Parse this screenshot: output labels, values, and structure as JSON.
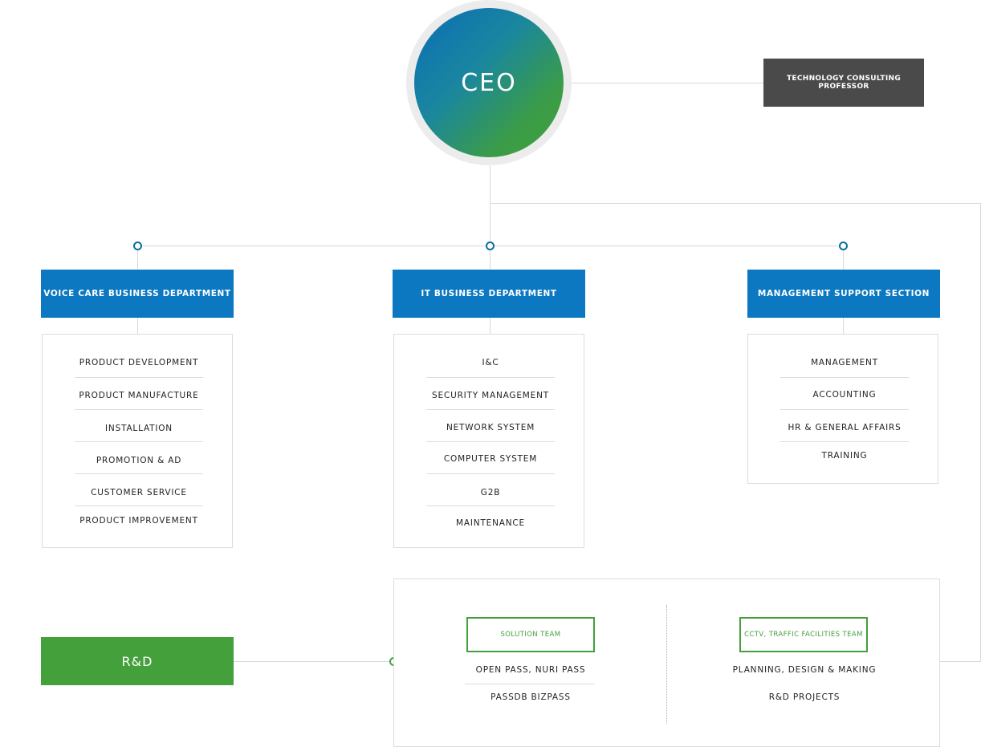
{
  "ceo": {
    "label": "CEO"
  },
  "advisor": {
    "label": "TECHNOLOGY CONSULTING PROFESSOR"
  },
  "departments": [
    {
      "name": "VOICE CARE BUSINESS DEPARTMENT",
      "teams": [
        "PRODUCT DEVELOPMENT",
        "PRODUCT MANUFACTURE",
        "INSTALLATION",
        "PROMOTION & AD",
        "CUSTOMER SERVICE",
        "PRODUCT IMPROVEMENT"
      ]
    },
    {
      "name": "IT BUSINESS DEPARTMENT",
      "teams": [
        "I&C",
        "SECURITY MANAGEMENT",
        "NETWORK SYSTEM",
        "COMPUTER SYSTEM",
        "G2B",
        "MAINTENANCE"
      ]
    },
    {
      "name": "MANAGEMENT SUPPORT SECTION",
      "teams": [
        "MANAGEMENT",
        "ACCOUNTING",
        "HR & GENERAL AFFAIRS",
        "TRAINING"
      ]
    }
  ],
  "rnd": {
    "label": "R&D",
    "groups": [
      {
        "title": "SOLUTION TEAM",
        "items": [
          "OPEN PASS, NURI PASS",
          "PASSDB BIZPASS"
        ]
      },
      {
        "title": "CCTV, TRAFFIC FACILITIES TEAM",
        "items": [
          "PLANNING, DESIGN & MAKING",
          "R&D PROJECTS"
        ]
      }
    ]
  },
  "colors": {
    "dept_blue": "#0b78c1",
    "rnd_green": "#43a03b",
    "advisor_gray": "#4a4a4a"
  }
}
